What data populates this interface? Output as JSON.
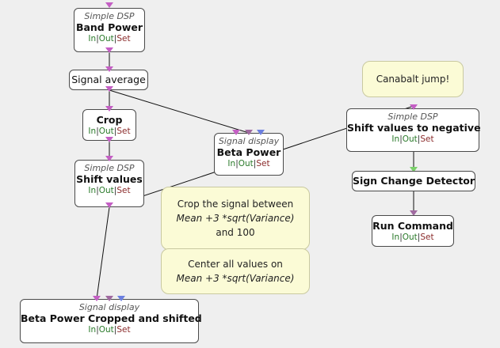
{
  "nodes": {
    "band_power": {
      "kind": "Simple DSP",
      "title": "Band Power"
    },
    "signal_average": {
      "title": "Signal average"
    },
    "crop": {
      "title": "Crop"
    },
    "shift_values": {
      "kind": "Simple DSP",
      "title": "Shift values"
    },
    "beta_power": {
      "kind": "Signal display",
      "title": "Beta Power"
    },
    "beta_cropped": {
      "kind": "Signal display",
      "title": "Beta Power Cropped and shifted"
    },
    "shift_negative": {
      "kind": "Simple DSP",
      "title": "Shift values to negative"
    },
    "sign_change": {
      "title": "Sign Change Detector"
    },
    "run_command": {
      "title": "Run Command"
    }
  },
  "ports": {
    "in": "In",
    "out": "Out",
    "set": "Set",
    "sep": "|"
  },
  "comments": {
    "canabalt": "Canabalt jump!",
    "crop_l1": "Crop the signal between",
    "crop_l2": "Mean +3 *sqrt(Variance)",
    "crop_l3": "and 100",
    "center_l1": "Center all values on",
    "center_l2": "Mean +3 *sqrt(Variance)"
  },
  "colors": {
    "background": "#efefef",
    "box_border": "#4a4a4a",
    "comment_bg": "#fbfbd6",
    "pin_pink": "#c45fc4",
    "pin_green": "#7ad06a",
    "pin_blue": "#6b7fe0",
    "port_in_out": "#2a7a2a",
    "port_set": "#8a2a2a"
  }
}
